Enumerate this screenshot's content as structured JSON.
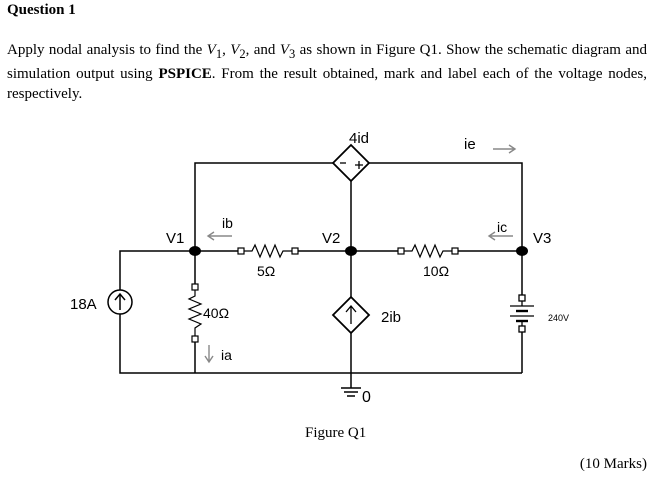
{
  "question": {
    "heading": "Question 1",
    "text_1": "Apply nodal analysis to find the ",
    "v1": "V",
    "v1_sub": "1",
    "sep_1": ", ",
    "v2": "V",
    "v2_sub": "2",
    "sep_2": ", and ",
    "v3": "V",
    "v3_sub": "3",
    "text_2": " as shown in Figure Q1. Show the schematic diagram and simulation output using ",
    "pspice": "PSPICE",
    "text_3": ". From the result obtained, mark and label each of the voltage nodes, respectively."
  },
  "figure": {
    "caption": "Figure Q1",
    "labels": {
      "dep_top": "4id",
      "ie": "ie",
      "ib": "ib",
      "ic": "ic",
      "v1": "V1",
      "v2": "V2",
      "v3": "V3",
      "r_5": "5Ω",
      "r_10": "10Ω",
      "r_40": "40Ω",
      "current_source": "18A",
      "dep_mid": "2ib",
      "ia": "ia",
      "ground": "0",
      "battery": "240V"
    }
  },
  "marks": "(10 Marks)"
}
